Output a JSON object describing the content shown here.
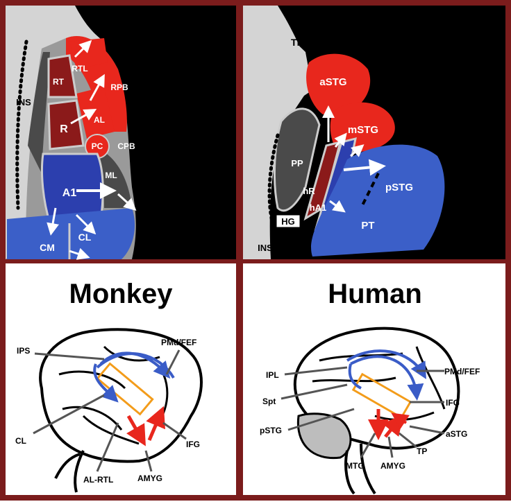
{
  "colors": {
    "frame": "#7b1c1c",
    "black": "#000000",
    "gray": "#d4d4d4",
    "darkgray": "#4a4a4a",
    "red": "#e8271d",
    "darkred": "#8b1a1a",
    "blue": "#2c3fae",
    "lightblue": "#3b5fc8",
    "orange": "#f39c1a",
    "brainblue": "#3a5cc7"
  },
  "monkey": {
    "title": "Monkey",
    "areas": {
      "rt": "RT",
      "rtl": "RTL",
      "rpb": "RPB",
      "r": "R",
      "al": "AL",
      "pc": "PC",
      "cpb": "CPB",
      "ins": "INS",
      "a1": "A1",
      "ml": "ML",
      "cm": "CM",
      "cl": "CL"
    },
    "brain_labels": {
      "ips": "IPS",
      "pmd_fef": "PMd/FEF",
      "cl": "CL",
      "ifg": "IFG",
      "al_rtl": "AL-RTL",
      "amyg": "AMYG"
    }
  },
  "human": {
    "title": "Human",
    "areas": {
      "tp": "TP",
      "astg": "aSTG",
      "mstg": "mSTG",
      "pp": "PP",
      "hr": "hR",
      "ha1": "hA1",
      "hg": "HG",
      "pstg": "pSTG",
      "pt": "PT",
      "ins": "INS"
    },
    "brain_labels": {
      "ipl": "IPL",
      "pmd_fef": "PMd/FEF",
      "spt": "Spt",
      "ifg": "IFG",
      "pstg": "pSTG",
      "astg": "aSTG",
      "mtg": "MTG",
      "amyg": "AMYG",
      "tp": "TP"
    }
  }
}
